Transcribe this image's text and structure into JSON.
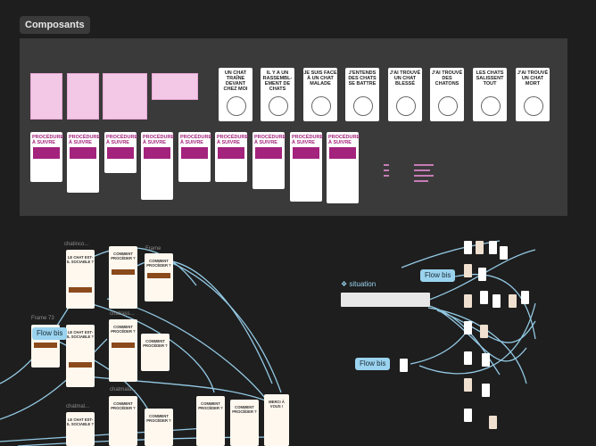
{
  "section": {
    "label": "Composants"
  },
  "cat_cards": [
    {
      "label": "UN CHAT TRAÎNE DEVANT CHEZ MOI"
    },
    {
      "label": "IL Y A UN RASSEMBL-EMENT DE CHATS"
    },
    {
      "label": "JE SUIS FACE À UN CHAT MALADE"
    },
    {
      "label": "J'ENTENDS DES CHATS SE BATTRE"
    },
    {
      "label": "J'AI TROUVÉ UN CHAT BLESSÉ"
    },
    {
      "label": "J'AI TROUVÉ DES CHATONS"
    },
    {
      "label": "LES CHATS SALISSENT TOUT"
    },
    {
      "label": "J'AI TROUVÉ UN CHAT MORT"
    }
  ],
  "procedure_label": "PROCÉDURE À SUIVRE",
  "canvas": {
    "labels": {
      "chatinco": "chatinco...",
      "frame": "Frame",
      "frame73": "Frame 73",
      "chatrassm": "chatrass...",
      "chatmala": "chatmala...",
      "chatmala2": "chatmal...",
      "situation": "situation"
    },
    "flow_bis": "Flow bis",
    "screens": {
      "chat_ok": "LE CHAT EST-IL SOCIABLE ?",
      "comment": "COMMENT PROCÉDER ?",
      "merci": "MERCI À VOUS !"
    }
  },
  "colors": {
    "brand_magenta": "#a3237d",
    "pink": "#f3c7e6",
    "connector": "#9ad3ef",
    "canvas_bg": "#1e1e1e",
    "section_bg": "#3b3a3a"
  }
}
